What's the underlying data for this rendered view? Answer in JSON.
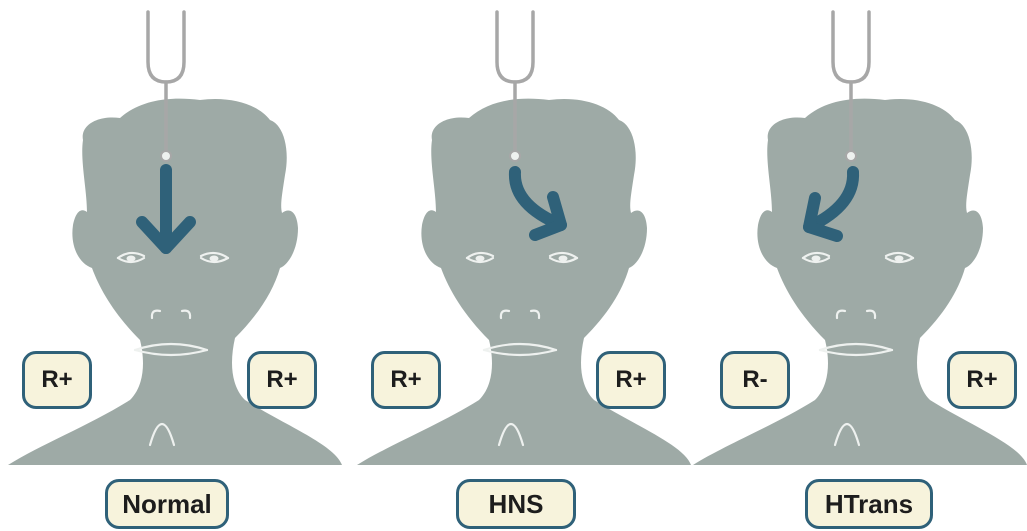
{
  "panels": [
    {
      "label": "Normal",
      "left_badge": "R+",
      "right_badge": "R+",
      "arrow": "down"
    },
    {
      "label": "HNS",
      "left_badge": "R+",
      "right_badge": "R+",
      "arrow": "curve-right"
    },
    {
      "label": "HTrans",
      "left_badge": "R-",
      "right_badge": "R+",
      "arrow": "curve-left"
    }
  ],
  "colors": {
    "head": "#9eaaa6",
    "arrow": "#2f6179",
    "badge_fill": "#f7f3dc",
    "fork": "#a7a7a7"
  }
}
